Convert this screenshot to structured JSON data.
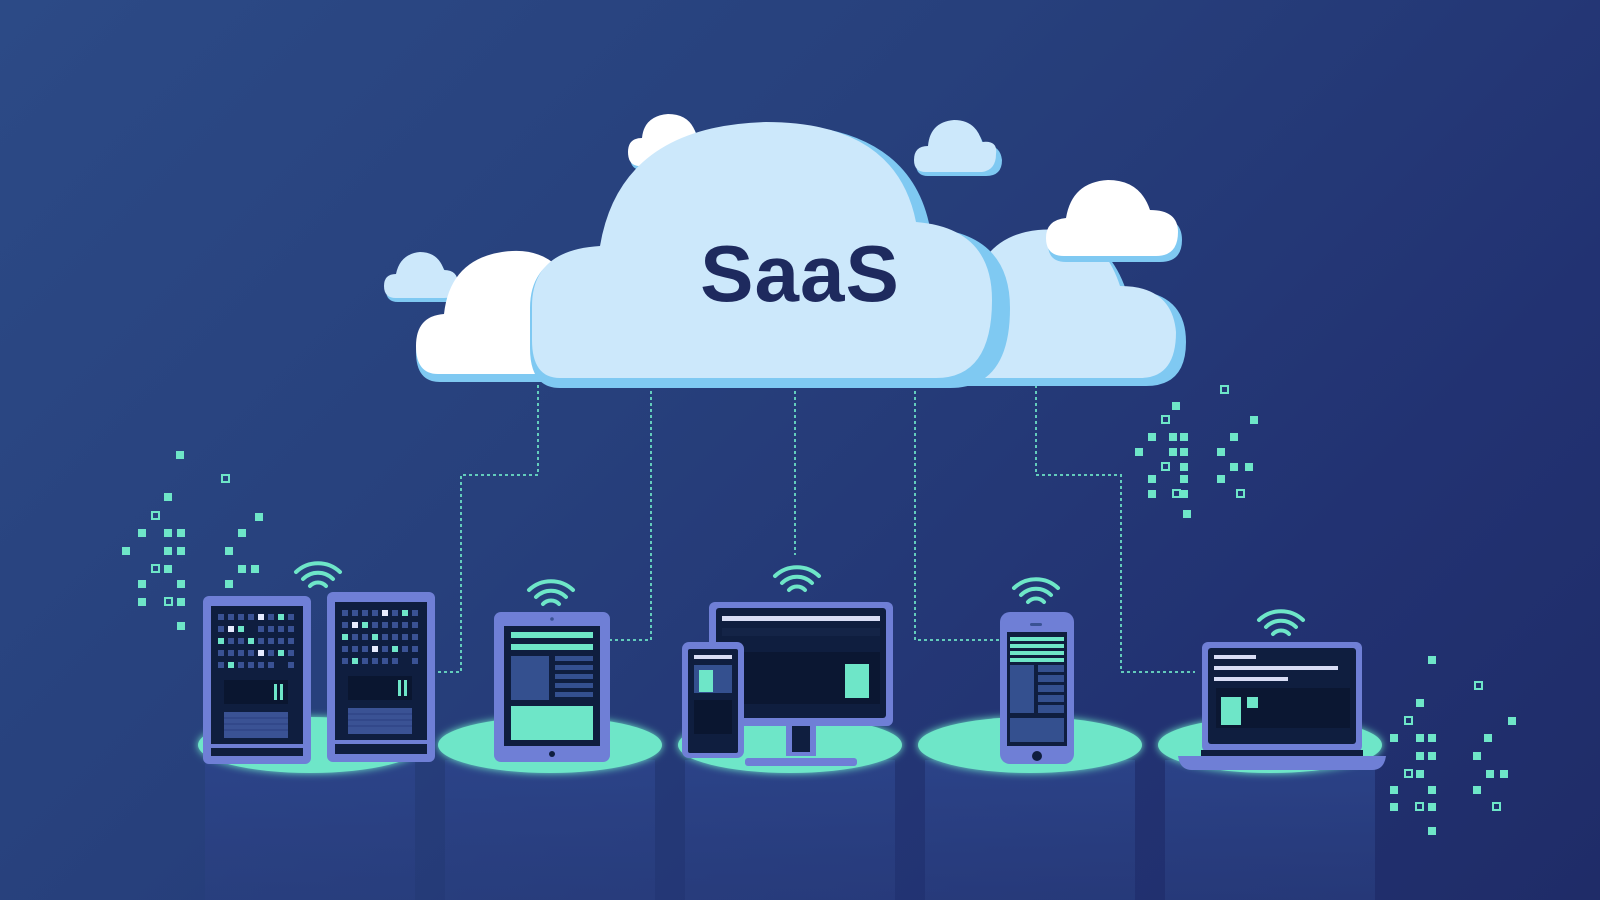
{
  "illustration": {
    "title": "SaaS",
    "description": "Cloud connected to devices via dashed network lines"
  },
  "colors": {
    "background_top": "#2c4a86",
    "background_bottom": "#1f2c68",
    "cloud_main": "#cce8fb",
    "cloud_shadow": "#7fc9f2",
    "cloud_white": "#ffffff",
    "title_text": "#1e2a5e",
    "accent_teal": "#6ee6c8",
    "device_frame": "#6f7fd6",
    "device_screen": "#0f1e3f",
    "screen_line_light": "#d8ddf5",
    "pillar": "#2a3f80"
  },
  "devices": [
    {
      "name": "Servers",
      "type": "server-rack",
      "count": 2
    },
    {
      "name": "Tablet",
      "type": "tablet"
    },
    {
      "name": "Desktop & Phone",
      "type": "monitor-with-phone"
    },
    {
      "name": "Smartphone",
      "type": "smartphone"
    },
    {
      "name": "Laptop",
      "type": "laptop"
    }
  ],
  "connections": 5
}
